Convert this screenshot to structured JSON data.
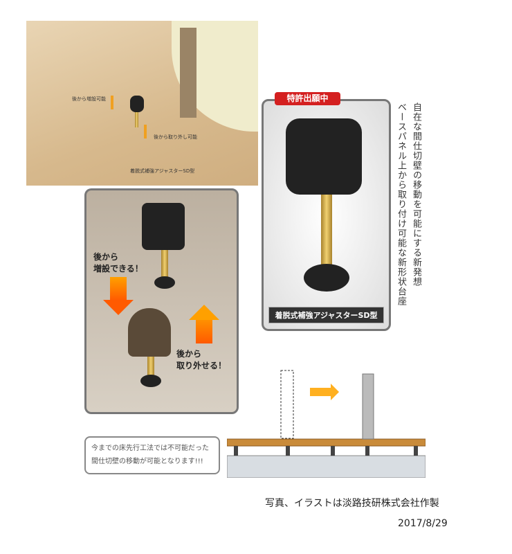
{
  "photo": {
    "label_install": "後から増設可能",
    "label_remove": "後から取り外し可能",
    "label_product": "着脱式補強アジャスターSD型"
  },
  "middle": {
    "install_text": "後から\n増設できる！",
    "remove_text": "後から\n取り外せる！"
  },
  "right_panel": {
    "badge": "特許出願中",
    "caption": "着脱式補強アジャスターSD型"
  },
  "tagline": {
    "line1": "自在な間仕切壁の移動を可能にする新発想",
    "line2": "ベースパネル上から取り付け可能な新形状台座"
  },
  "bubble": {
    "line1": "今までの床先行工法では不可能だった",
    "line2": "間仕切壁の移動が可能となります!!!"
  },
  "footer": {
    "credit": "写真、イラストは淡路技研株式会社作製",
    "date": "2017/8/29"
  },
  "colors": {
    "badge": "#d42020",
    "arrow": "#ff7a00"
  }
}
